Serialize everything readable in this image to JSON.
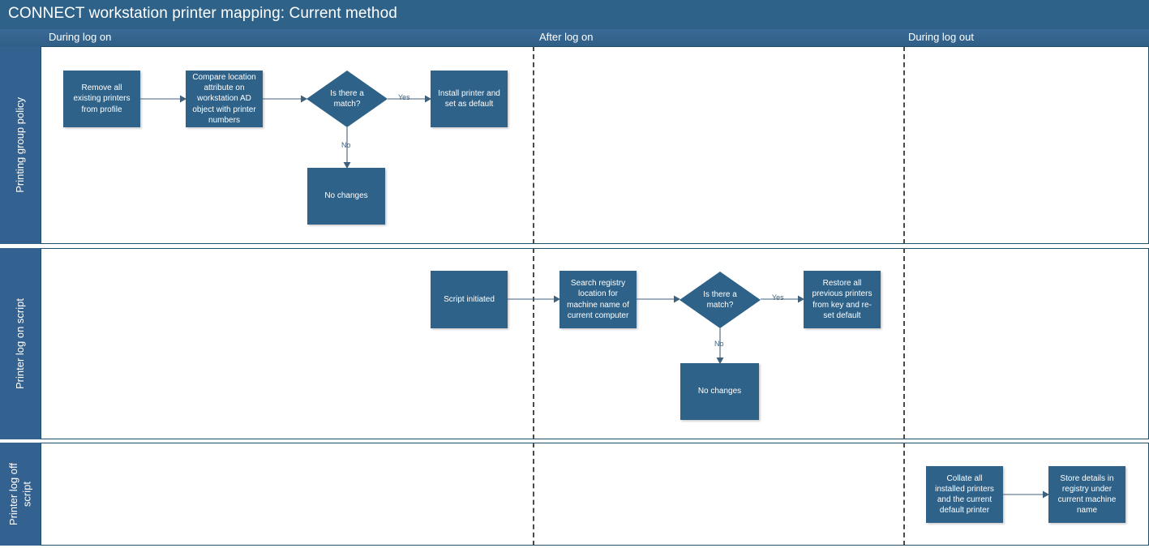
{
  "title": "CONNECT workstation printer mapping: Current method",
  "colors": {
    "header_blue": "#2e6289",
    "lane_blue": "#336291",
    "node_fill": "#2e6289",
    "node_text": "#ffffff",
    "connector": "#40617e",
    "divider": "#4a4a4a",
    "canvas": "#ffffff"
  },
  "phases": [
    {
      "label": "During log on"
    },
    {
      "label": "After log on"
    },
    {
      "label": "During log out"
    }
  ],
  "lanes": [
    {
      "label": "Printing group policy"
    },
    {
      "label": "Printer log on script"
    },
    {
      "label": "Printer log off\nscript"
    }
  ],
  "nodes": {
    "remove_printers": "Remove all existing printers from profile",
    "compare_location": "Compare location attribute on workstation AD object with printer numbers",
    "decision_1": "Is there a\nmatch?",
    "install_printer": "Install printer and set as default",
    "no_changes_1": "No changes",
    "script_initiated": "Script initiated",
    "search_registry": "Search registry location for machine name of current computer",
    "decision_2": "Is there a\nmatch?",
    "restore_printers": "Restore all previous printers from key and re-set default",
    "no_changes_2": "No changes",
    "collate_printers": "Collate all installed printers and the current default printer",
    "store_details": "Store details in registry under current machine name"
  },
  "edge_labels": {
    "yes_1": "Yes",
    "no_1": "No",
    "yes_2": "Yes",
    "no_2": "No"
  }
}
